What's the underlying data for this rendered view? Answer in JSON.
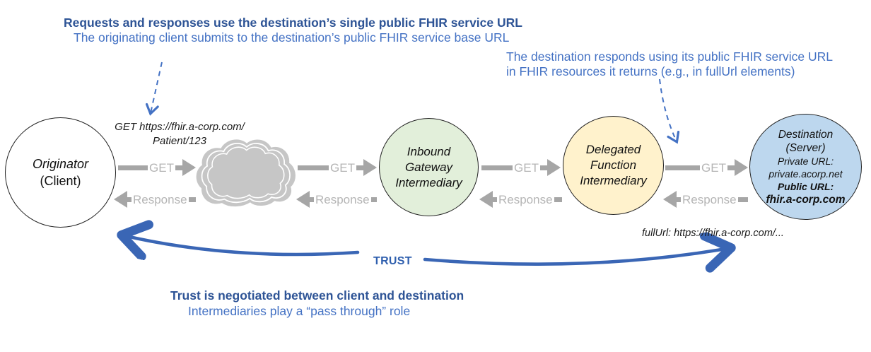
{
  "annotations": {
    "top_left": {
      "line1": "Requests and responses use the destination’s single public FHIR service URL",
      "line2": "The originating client submits to the destination’s public FHIR service base URL"
    },
    "top_right": {
      "line1": "The destination responds using its public FHIR service URL",
      "line2": "in FHIR resources it returns (e.g., in fullUrl elements)"
    },
    "request_label": {
      "line1": "GET https://fhir.a-corp.com/",
      "line2": "Patient/123"
    },
    "fullurl_label": "fullUrl: https://fhir.a-corp.com/...",
    "trust_label": "TRUST",
    "bottom": {
      "line1": "Trust is negotiated between client and destination",
      "line2": "Intermediaries play a “pass through” role"
    }
  },
  "nodes": {
    "originator": {
      "line1": "Originator",
      "line2": "(Client)",
      "fill": "#FFFFFF"
    },
    "inbound_gateway": {
      "line1": "Inbound",
      "line2": "Gateway",
      "line3": "Intermediary",
      "fill": "#E2EFDA"
    },
    "delegated_function": {
      "line1": "Delegated",
      "line2": "Function",
      "line3": "Intermediary",
      "fill": "#FFF2CC"
    },
    "destination": {
      "title": "Destination",
      "subtitle": "(Server)",
      "private_label": "Private URL:",
      "private_url": "private.acorp.net",
      "public_label": "Public URL:",
      "public_url": "fhir.a-corp.com",
      "fill": "#BDD7EE"
    }
  },
  "arrows": {
    "get": "GET",
    "response": "Response"
  },
  "colors": {
    "annotation_bold_blue": "#2E5496",
    "annotation_blue": "#4472C4",
    "arrow_gray": "#A6A6A6",
    "trust_blue": "#3A66B5",
    "cloud_gray": "#C6C6C6"
  }
}
